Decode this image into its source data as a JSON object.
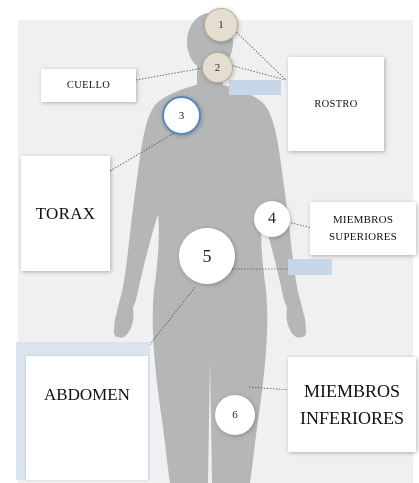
{
  "labels": {
    "cuello": "CUELLO",
    "rostro": "ROSTRO",
    "torax": "TORAX",
    "miembros_superiores_line1": "MIEMBROS",
    "miembros_superiores_line2": "SUPERIORES",
    "abdomen": "ABDOMEN",
    "miembros_inferiores_line1": "MIEMBROS",
    "miembros_inferiores_line2": "INFERIORES"
  },
  "markers": [
    "1",
    "2",
    "3",
    "4",
    "5",
    "6"
  ],
  "colors": {
    "silhouette": "#b5b6b8",
    "panel_background": "#eff0f1",
    "accent_blue": "#5b86bf",
    "label_bar": "#c7d7e8",
    "marker_tan": "#e3ded0",
    "connector": "#555555"
  }
}
